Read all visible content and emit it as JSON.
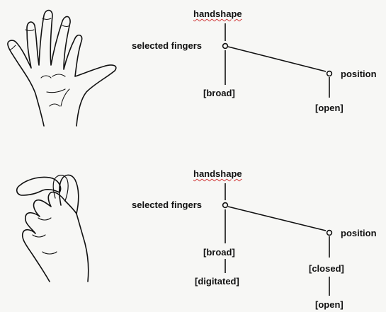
{
  "diagrams": [
    {
      "hand_icon": "open-spread-hand",
      "root": "handshape",
      "selected_fingers": "selected fingers",
      "fingers_feature": "[broad]",
      "position": "position",
      "position_feature": "[open]"
    },
    {
      "hand_icon": "curved-digitated-hand",
      "root": "handshape",
      "selected_fingers": "selected fingers",
      "fingers_feature": "[broad]",
      "fingers_feature_2": "[digitated]",
      "position": "position",
      "position_feature": "[closed]",
      "position_feature_2": "[open]"
    }
  ],
  "colors": {
    "line": "#111111",
    "spellcheck_underline": "#d23a3a",
    "background": "#f7f7f5"
  }
}
